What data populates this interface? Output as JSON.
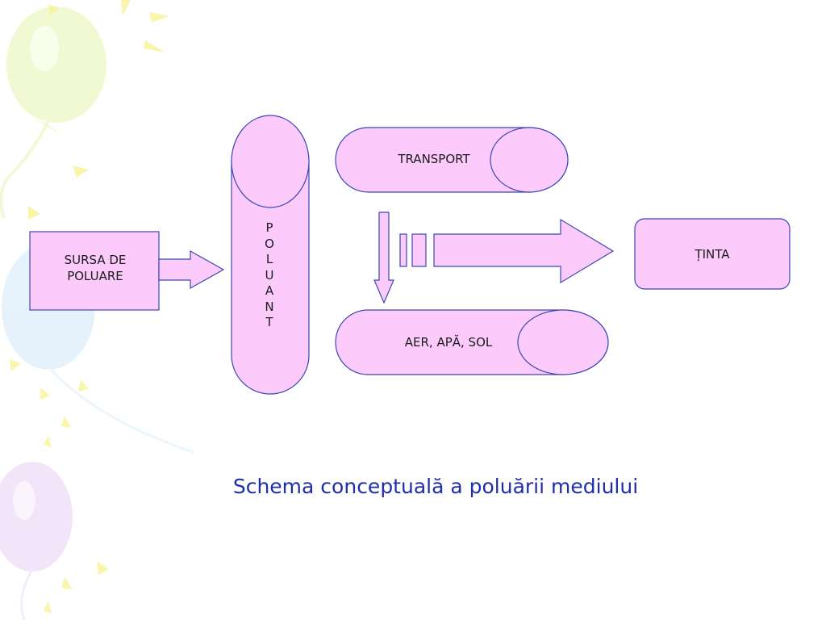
{
  "diagram": {
    "source": "SURSA DE\nPOLUARE",
    "pollutant": "POLUANT",
    "transport": "TRANSPORT",
    "media": "AER, APĂ, SOL",
    "target": "ȚINTA"
  },
  "caption": "Schema conceptuală a poluării mediului",
  "colors": {
    "fill": "#fdcbfb",
    "stroke": "#3a47b5",
    "caption": "#1f2fa8"
  },
  "decor": {
    "icon": "balloon-icon"
  }
}
